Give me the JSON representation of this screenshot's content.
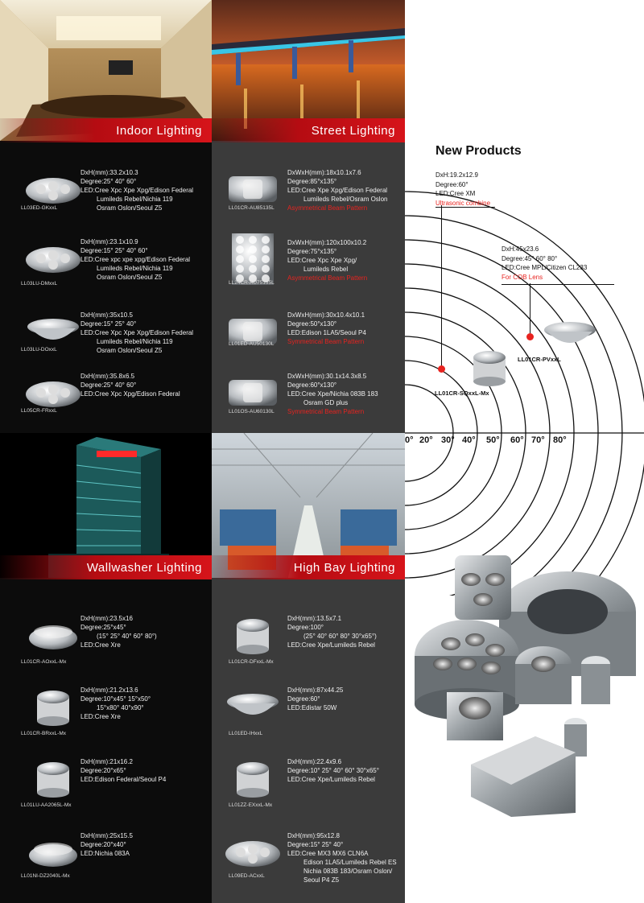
{
  "sections": {
    "indoor": "Indoor Lighting",
    "street": "Street Lighting",
    "wallwasher": "Wallwasher Lighting",
    "highbay": "High Bay Lighting"
  },
  "indoor_products": [
    {
      "code": "LL03ED-GKxxL",
      "lines": [
        "DxH(mm):33.2x10.3",
        "Degree:25° 40° 60°",
        "LED:Cree Xpc Xpe Xpg/Edison Federal"
      ],
      "indent": [
        "Lumileds Rebel/Nichia 119",
        "Osram Oslon/Seoul Z5"
      ]
    },
    {
      "code": "LL03LU-DMxxL",
      "lines": [
        "DxH(mm):23.1x10.9",
        "Degree:15° 25° 40° 60°",
        "LED:Cree xpc xpe xpg/Edison Federal"
      ],
      "indent": [
        "Lumileds Rebel/Nichia 119",
        "Osram Oslon/Seoul Z5"
      ]
    },
    {
      "code": "LL03LU-DOxxL",
      "lines": [
        "DxH(mm):35x10.5",
        "Degree:15° 25° 40°",
        "LED:Cree Xpc Xpe Xpg/Edison Federal"
      ],
      "indent": [
        "Lumileds Rebel/Nichia 119",
        "Osram Oslon/Seoul Z5"
      ]
    },
    {
      "code": "LL05CR-FRxxL",
      "lines": [
        "DxH(mm):35.8x6.5",
        "Degree:25° 40° 60°",
        "LED:Cree Xpc Xpg/Edison Federal"
      ],
      "indent": []
    }
  ],
  "street_products": [
    {
      "code": "LL01CR-AU85135L",
      "lines": [
        "DxWxH(mm):18x10.1x7.6",
        "Degree:85°x135°",
        "LED:Cree Xpe Xpg/Edison Federal"
      ],
      "indent": [
        "Lumileds Rebel/Osram Oslon"
      ],
      "note": "Asymmetrical Beam Pattern"
    },
    {
      "code": "LL24CR-AU75135L",
      "lines": [
        "DxWxH(mm):120x100x10.2",
        "Degree:75°x135°",
        "LED:Cree Xpc Xpe Xpg/"
      ],
      "indent": [
        "Lumileds Rebel"
      ],
      "note": "Asymmetrical Beam Pattern"
    },
    {
      "code": "LL01ED-AU50130L",
      "lines": [
        "DxWxH(mm):30x10.4x10.1",
        "Degree:50°x130°",
        "LED:Edison 1LA5/Seoul P4"
      ],
      "indent": [],
      "note": "Symmetrical Beam Pattern"
    },
    {
      "code": "LL01OS-AU60130L",
      "lines": [
        "DxWxH(mm):30.1x14.3x8.5",
        "Degree:60°x130°",
        "LED:Cree Xpe/Nichia 083B 183"
      ],
      "indent": [
        "Osram GD plus"
      ],
      "note": "Symmetrical Beam Pattern"
    }
  ],
  "wallwasher_products": [
    {
      "code": "LL01CR-AOxxL-Mx",
      "lines": [
        "DxH(mm):23.5x16",
        "Degree:25°x45°"
      ],
      "indent": [
        "(15° 25° 40° 60° 80°)"
      ],
      "after": [
        "LED:Cree Xre"
      ]
    },
    {
      "code": "LL01CR-BRxxL-Mx",
      "lines": [
        "DxH(mm):21.2x13.6",
        "Degree:10°x45° 15°x50°"
      ],
      "indent": [
        "15°x80° 40°x90°"
      ],
      "after": [
        "LED:Cree Xre"
      ]
    },
    {
      "code": "LL01LU-AA2065L-Mx",
      "lines": [
        "DxH(mm):21x16.2",
        "Degree:20°x65°",
        "LED:Edison Federal/Seoul P4"
      ],
      "indent": [],
      "after": []
    },
    {
      "code": "LL01NI-DZ2040L-Mx",
      "lines": [
        "DxH(mm):25x15.5",
        "Degree:20°x40°",
        "LED:Nichia 083A"
      ],
      "indent": [],
      "after": []
    }
  ],
  "highbay_products": [
    {
      "code": "LL01CR-DFxxL-Mx",
      "lines": [
        "DxH(mm):13.5x7.1",
        "Degree:100°"
      ],
      "indent": [
        "(25° 40° 60° 80° 30°x65°)"
      ],
      "after": [
        "LED:Cree Xpe/Lumileds Rebel"
      ]
    },
    {
      "code": "LL01ED-IHxxL",
      "lines": [
        "DxH(mm):87x44.25",
        "Degree:60°",
        "LED:Edistar 50W"
      ],
      "indent": [],
      "after": []
    },
    {
      "code": "LL01ZZ-EXxxL-Mx",
      "lines": [
        "DxH(mm):22.4x9.6",
        "Degree:10° 25° 40° 60° 30°x65°",
        "LED:Cree Xpe/Lumileds Rebel"
      ],
      "indent": [],
      "after": []
    },
    {
      "code": "LL09ED-ACxxL",
      "lines": [
        "DxH(mm):95x12.8",
        "Degree:15° 25° 40°",
        "LED:Cree MX3 MX6 CLN6A"
      ],
      "indent": [
        "Edison 1LA5/Lumileds Rebel ES",
        "Nichia 083B 183/Osram Oslon/",
        "Seoul P4 Z5"
      ],
      "after": []
    }
  ],
  "new_products": {
    "title": "New Products",
    "items": [
      {
        "code": "LL01CR-SQxxL-Mx",
        "lines": [
          "DxH:19.2x12.9",
          "Degree:60°",
          "LED:Cree XM"
        ],
        "note": "Ultrasonic combine"
      },
      {
        "code": "LL01CR-PVxxL",
        "lines": [
          "DxH:45x23.6",
          "Degree:45° 60° 80°",
          "LED:Cree MPL/Citizen CL233"
        ],
        "note": "For COB Lens"
      }
    ],
    "degrees": [
      "0°",
      "20°",
      "30°",
      "40°",
      "50°",
      "60°",
      "70°",
      "80°"
    ]
  },
  "colors": {
    "accent": "#d6141a",
    "left_bg": "#0c0c0c",
    "mid_bg": "#3b3b3b",
    "note_red": "#e8231f"
  }
}
